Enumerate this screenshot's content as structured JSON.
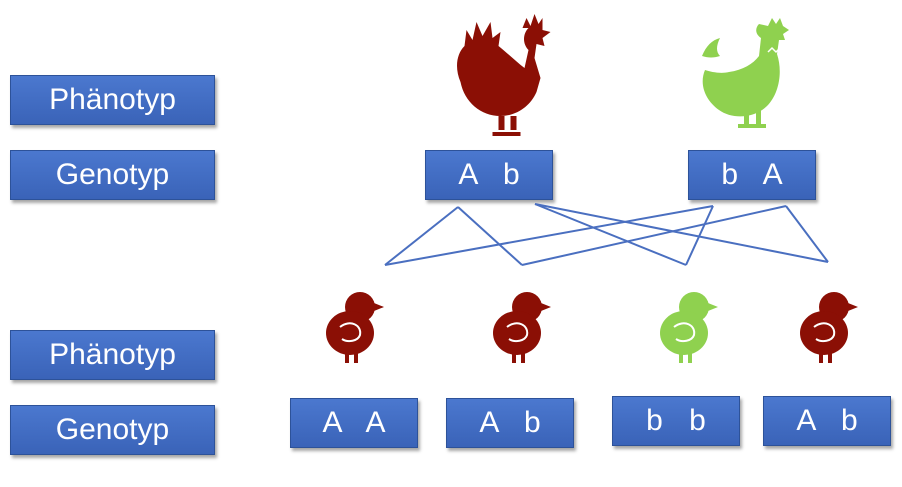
{
  "labels": {
    "parent_phenotype": "Phänotyp",
    "parent_genotype": "Genotyp",
    "child_phenotype": "Phänotyp",
    "child_genotype": "Genotyp"
  },
  "parents": {
    "rooster": {
      "genotype": "A b",
      "color": "#8b0f05"
    },
    "hen": {
      "genotype": "b A",
      "color": "#8fd14f"
    }
  },
  "offspring": [
    {
      "genotype": "A A",
      "color": "#8b0f05"
    },
    {
      "genotype": "A b",
      "color": "#8b0f05"
    },
    {
      "genotype": "b b",
      "color": "#8fd14f"
    },
    {
      "genotype": "A b",
      "color": "#8b0f05"
    }
  ],
  "colors": {
    "box": "#4472c4",
    "line": "#4a6fc0",
    "dominant": "#8b0f05",
    "recessive": "#8fd14f"
  },
  "icons": [
    "rooster-icon",
    "hen-icon",
    "chick-icon"
  ]
}
